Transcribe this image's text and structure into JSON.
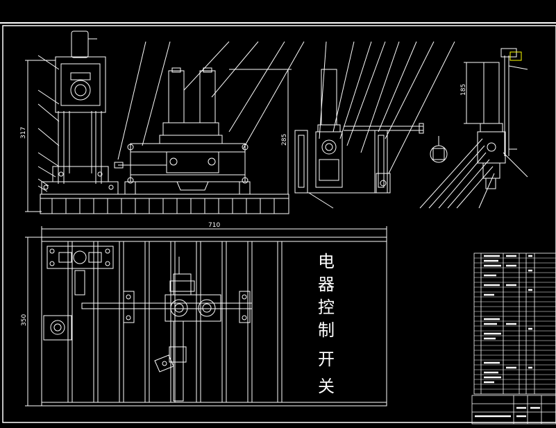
{
  "drawing": {
    "dimensions": {
      "side_height": "317",
      "middle_height": "285",
      "right_height": "185",
      "overall_width": "710",
      "plan_height": "350"
    },
    "control_label_chars": [
      "电",
      "器",
      "控",
      "制",
      "开",
      "关"
    ]
  },
  "colors": {
    "background": "#000000",
    "line": "#ffffff",
    "accent": "#ffff00"
  }
}
